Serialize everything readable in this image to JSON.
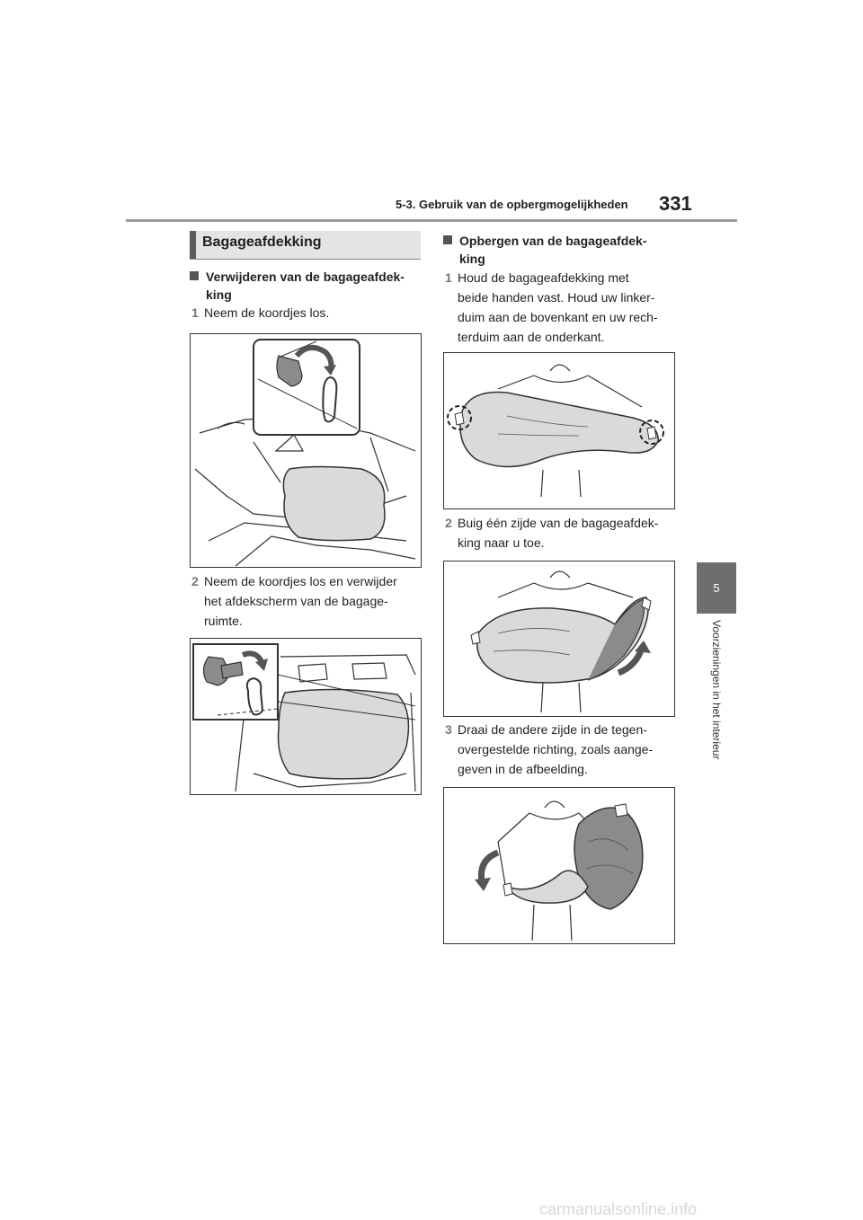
{
  "header": {
    "section": "5-3. Gebruik van de opbergmogelijkheden",
    "page_number": "331"
  },
  "sidebar": {
    "chapter": "5",
    "chapter_title": "Voorzieningen in het interieur"
  },
  "section_title": "Bagageafdekking",
  "left": {
    "subheading_line1": "Verwijderen van de bagageafdek-",
    "subheading_line2": "king",
    "steps": [
      {
        "num": "1",
        "lines": [
          "Neem de koordjes los."
        ]
      },
      {
        "num": "2",
        "lines": [
          "Neem de koordjes los en verwijder",
          "het afdekscherm van de bagage-",
          "ruimte."
        ]
      }
    ]
  },
  "right": {
    "subheading_line1": "Opbergen van de bagageafdek-",
    "subheading_line2": "king",
    "steps": [
      {
        "num": "1",
        "lines": [
          "Houd de bagageafdekking met",
          "beide handen vast. Houd uw linker-",
          "duim aan de bovenkant en uw rech-",
          "terduim aan de onderkant."
        ]
      },
      {
        "num": "2",
        "lines": [
          "Buig één zijde van de bagageafdek-",
          "king naar u toe."
        ]
      },
      {
        "num": "3",
        "lines": [
          "Draai de andere zijde in de tegen-",
          "overgestelde richting, zoals aange-",
          "geven in de afbeelding."
        ]
      }
    ]
  },
  "watermark": "carmanualsonline.info",
  "colors": {
    "rule": "#9a9a9a",
    "section_bg": "#e3e4e5",
    "tab": "#6d6e70",
    "cover_fill": "#d9dadb",
    "arrow": "#555555"
  },
  "icons": [
    "detach-cord-illustration",
    "remove-cover-illustration",
    "hold-cover-illustration",
    "bend-cover-illustration",
    "twist-cover-illustration"
  ]
}
